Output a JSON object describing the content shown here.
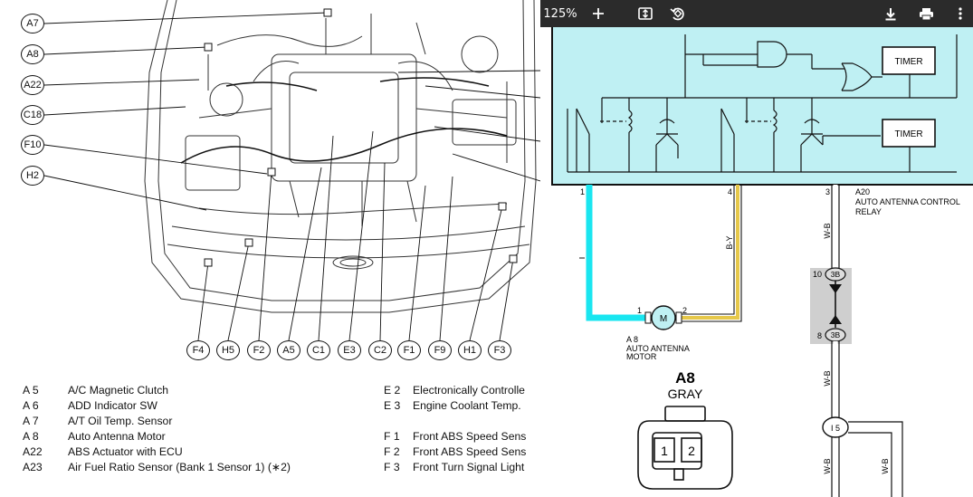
{
  "viewer": {
    "zoom_label": "125%",
    "icons": [
      "plus-icon",
      "fit-page-icon",
      "rotate-icon",
      "download-icon",
      "print-icon",
      "more-vert-icon"
    ]
  },
  "engine_diagram": {
    "left_callouts": [
      "A7",
      "A8",
      "A22",
      "C18",
      "F10",
      "H2"
    ],
    "bottom_callouts": [
      "F4",
      "H5",
      "F2",
      "A5",
      "C1",
      "E3",
      "C2",
      "F1",
      "F9",
      "H1",
      "F3"
    ]
  },
  "legend_left": [
    {
      "code": "A  5",
      "name": "A/C Magnetic Clutch"
    },
    {
      "code": "A  6",
      "name": "ADD Indicator SW"
    },
    {
      "code": "A  7",
      "name": "A/T Oil Temp. Sensor"
    },
    {
      "code": "A  8",
      "name": "Auto Antenna Motor"
    },
    {
      "code": "A22",
      "name": "ABS Actuator with ECU"
    },
    {
      "code": "A23",
      "name": "Air Fuel Ratio Sensor (Bank 1 Sensor 1) (∗2)"
    }
  ],
  "legend_right": [
    {
      "code": "E  2",
      "name": "Electronically Controlle"
    },
    {
      "code": "E  3",
      "name": "Engine Coolant Temp."
    },
    {
      "code": "F  1",
      "name": "Front ABS Speed Sens"
    },
    {
      "code": "F  2",
      "name": "Front ABS Speed Sens"
    },
    {
      "code": "F  3",
      "name": "Front Turn Signal Light"
    }
  ],
  "schematic": {
    "timer_1": "TIMER",
    "timer_2": "TIMER",
    "relay_id": "A20",
    "relay_name_1": "AUTO ANTENNA CONTROL",
    "relay_name_2": "RELAY",
    "pin_1": "1",
    "pin_4": "4",
    "pin_3": "3",
    "wire_by": "B-Y",
    "wire_wb_1": "W-B",
    "wire_wb_2": "W-B",
    "wire_wb_3": "W-B",
    "wire_wb_4": "W-B",
    "conn_10": "10",
    "conn_8": "8",
    "conn_3b": "3B",
    "motor_pin_1": "1",
    "motor_pin_2": "2",
    "motor_symbol": "M",
    "motor_id": "A 8",
    "motor_name_1": "AUTO ANTENNA",
    "motor_name_2": "MOTOR",
    "junction": "I 5",
    "connector_title": "A8",
    "connector_color": "GRAY",
    "connector_pin_1": "1",
    "connector_pin_2": "2",
    "colors": {
      "relay_box": "#bff0f3",
      "highlight_wire": "#19e6f0",
      "yellow_wire": "#e6c84a",
      "clamp_shade": "#cfcfcf"
    }
  }
}
